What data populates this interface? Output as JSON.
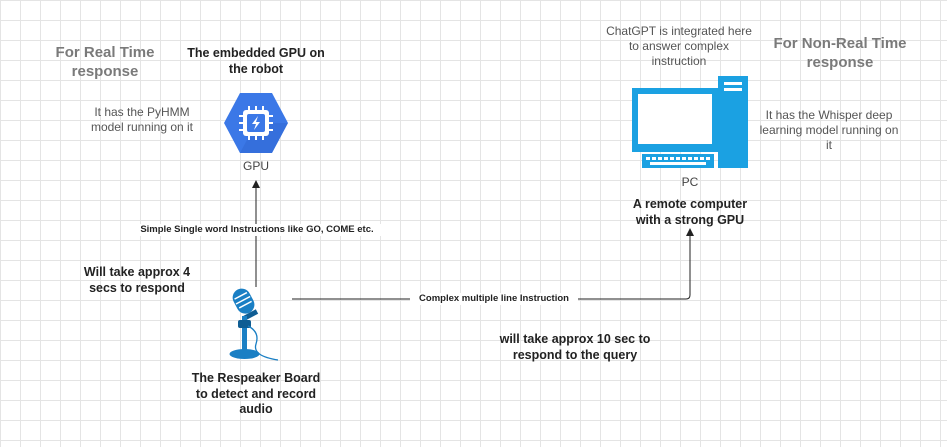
{
  "left": {
    "heading": "For Real Time response",
    "gpu_title": "The embedded GPU on the robot",
    "gpu_desc": "It has the PyHMM model running on it",
    "gpu_label": "GPU",
    "gpu_icon": "gpu-chip-icon",
    "gpu_color": "#3b78e7",
    "edge_label": "Simple Single word Instructions like GO, COME etc.",
    "time_note": "Will take approx 4 secs to respond"
  },
  "right": {
    "heading": "For Non-Real Time response",
    "chatgpt_note": "ChatGPT is integrated here to answer complex instruction",
    "pc_desc": "It has the Whisper deep learning model running on it",
    "pc_label": "PC",
    "pc_title": "A remote computer with a strong GPU",
    "pc_icon": "desktop-computer-icon",
    "pc_color": "#1ba1e2",
    "edge_label": "Complex multiple line Instruction",
    "time_note": "will take approx 10 sec to respond to the query"
  },
  "mic": {
    "title": "The Respeaker Board to detect and record audio",
    "icon": "microphone-icon",
    "color": "#1a7fc4"
  }
}
